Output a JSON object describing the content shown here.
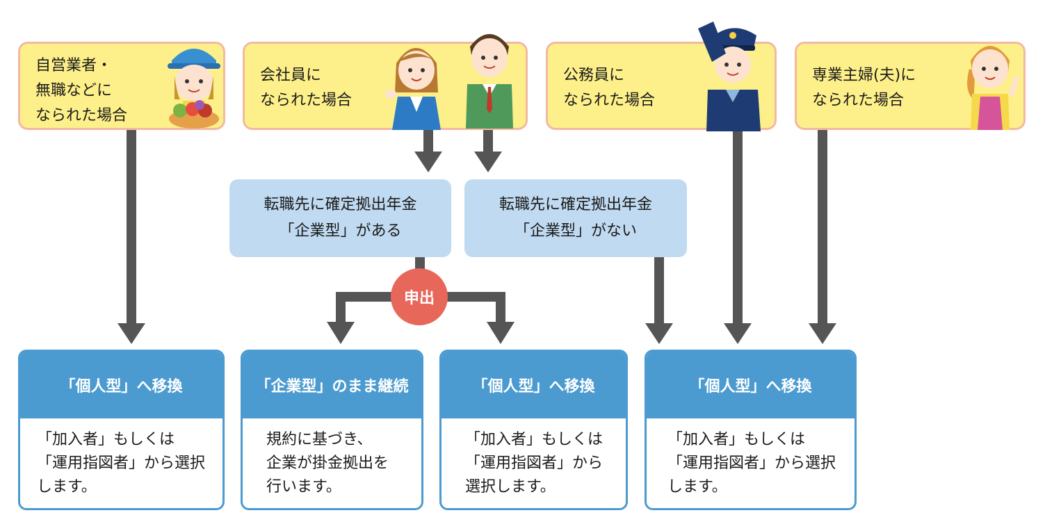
{
  "top": {
    "self_employed": "自営業者・\n無職などに\nなられた場合",
    "employee": "会社員に\nなられた場合",
    "civil_servant": "公務員に\nなられた場合",
    "homemaker": "専業主婦(夫)に\nなられた場合"
  },
  "middle": {
    "has_plan": "転職先に確定拠出年金\n「企業型」がある",
    "no_plan": "転職先に確定拠出年金\n「企業型」がない"
  },
  "badge": "申出",
  "results": [
    {
      "title": "「個人型」へ移換",
      "body": "「加入者」もしくは\n「運用指図者」から選択\nします。"
    },
    {
      "title": "「企業型」のまま継続",
      "body": "規約に基づき、\n企業が掛金拠出を\n行います。"
    },
    {
      "title": "「個人型」へ移換",
      "body": "「加入者」もしくは\n「運用指図者」から\n選択します。"
    },
    {
      "title": "「個人型」へ移換",
      "body": "「加入者」もしくは\n「運用指図者」から選択\nします。"
    }
  ],
  "colors": {
    "card_fill": "#fdf08a",
    "card_border": "#f2b9a2",
    "mid_fill": "#c0dbf1",
    "result_blue": "#4b9bd0",
    "arrow_gray": "#555555",
    "badge_red": "#e8675b"
  }
}
